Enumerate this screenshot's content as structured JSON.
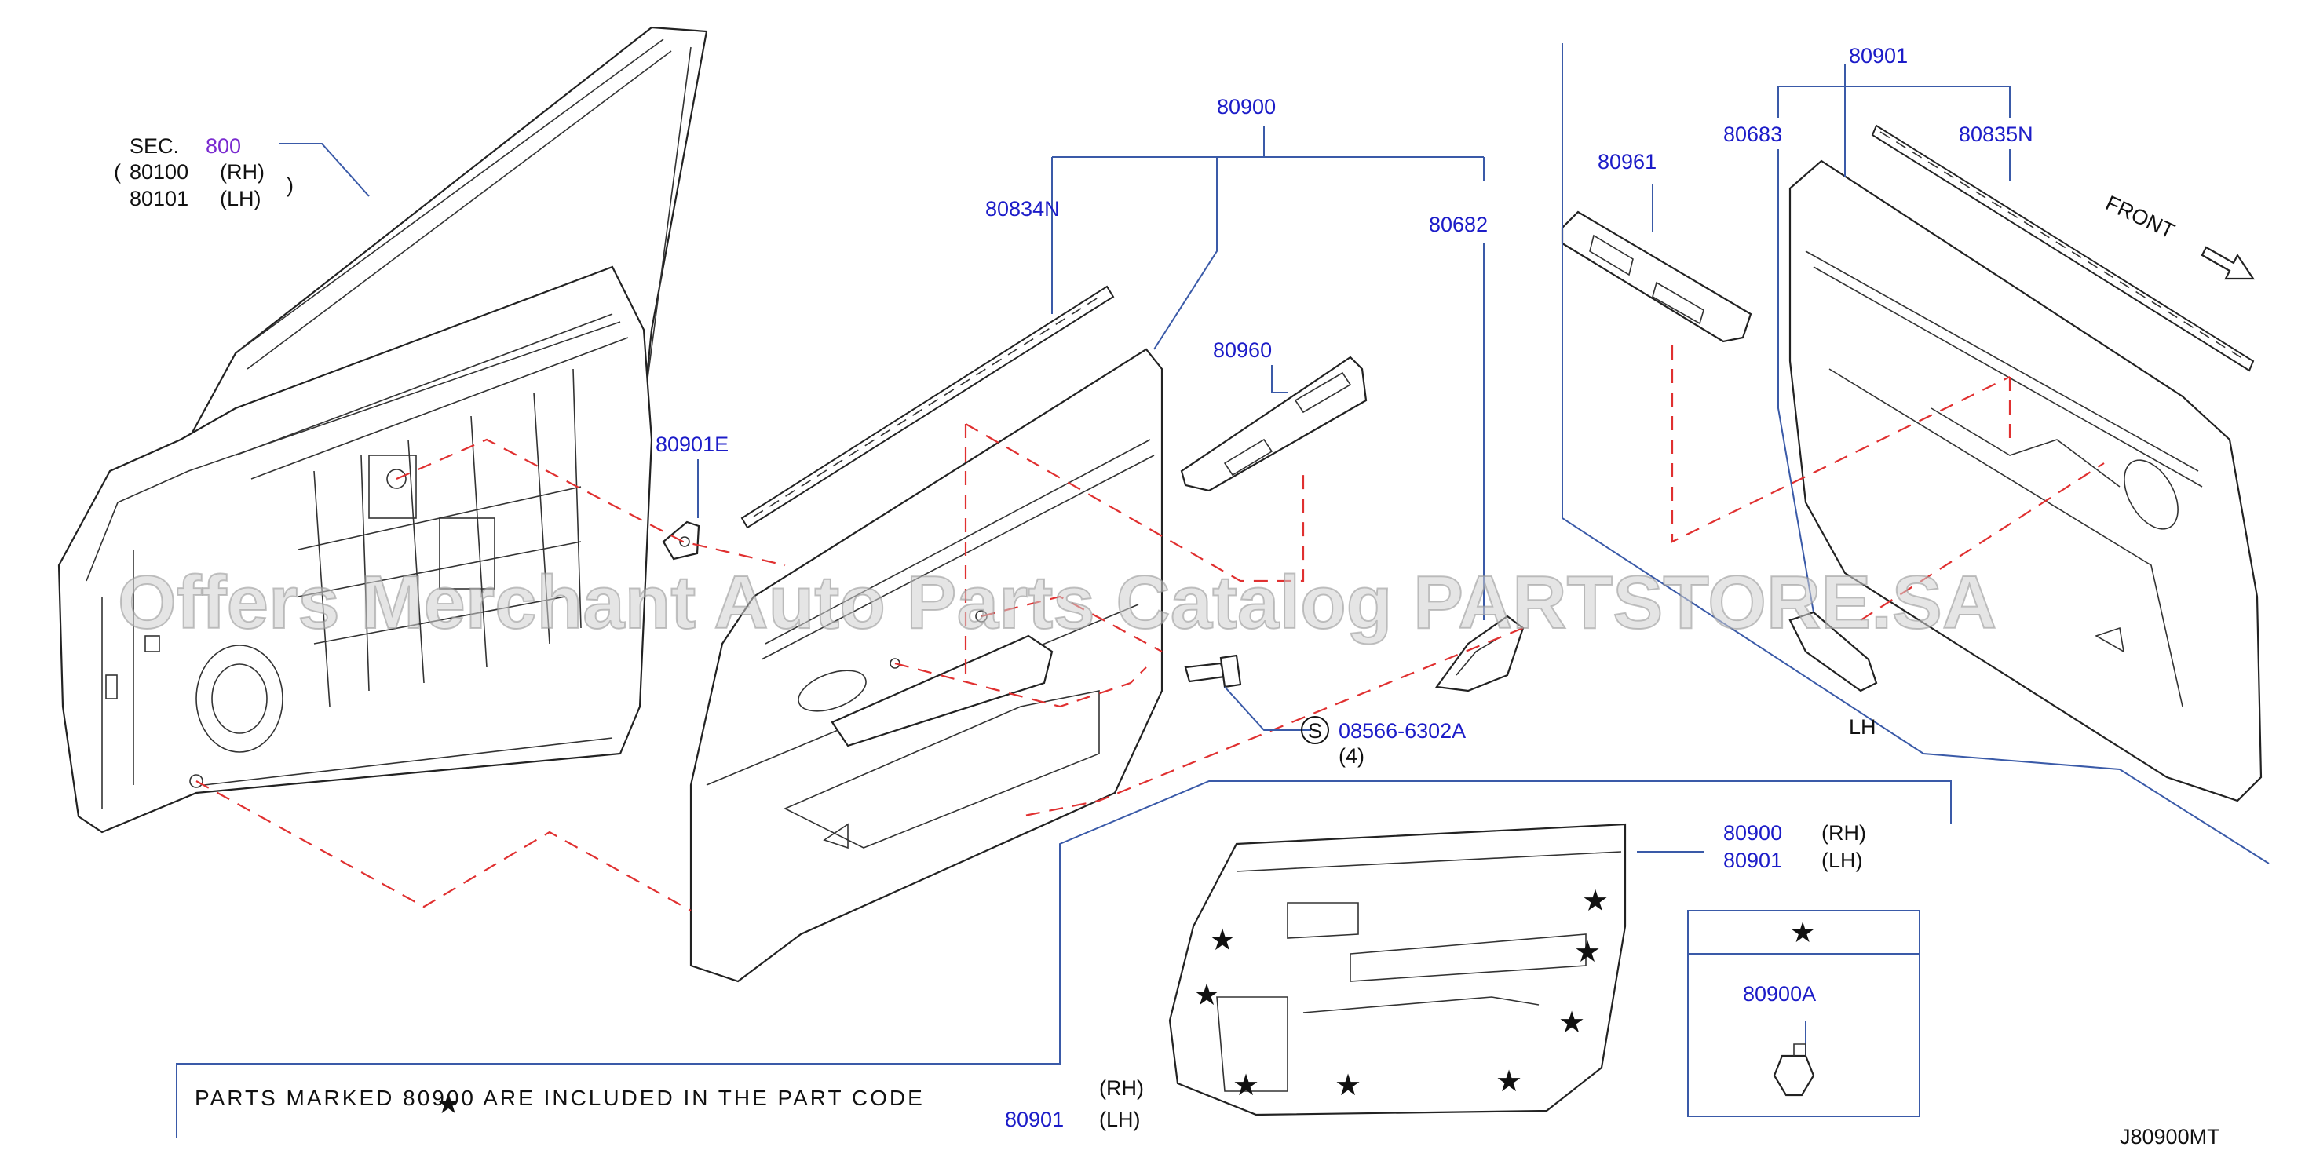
{
  "watermark": "Offers Merchant Auto Parts Catalog PARTSTORE.SA",
  "section": {
    "prefix": "SEC.",
    "number": "800",
    "rh_code": "80100",
    "rh_side": "(RH)",
    "lh_code": "80101",
    "lh_side": "(LH)"
  },
  "labels": {
    "p80900": "80900",
    "p80834n": "80834N",
    "p80682": "80682",
    "p80960": "80960",
    "p80901e": "80901E",
    "screw_code": "08566-6302A",
    "screw_symbol": "S",
    "screw_qty": "(4)",
    "p80901": "80901",
    "p80683": "80683",
    "p80835n": "80835N",
    "p80961": "80961",
    "front": "FRONT",
    "lh": "LH",
    "inset_rh_code": "80900",
    "inset_rh_side": "(RH)",
    "inset_lh_code": "80901",
    "inset_lh_side": "(LH)",
    "clip_code": "80900A",
    "diagram_id": "J80900MT"
  },
  "note": {
    "text": "PARTS  MARKED  80900  ARE  INCLUDED  IN  THE  PART  CODE",
    "rh_side": "(RH)",
    "lh_code": "80901",
    "lh_side": "(LH)"
  },
  "colors": {
    "part_number": "#1c1cc8",
    "section_number": "#7a2bd0",
    "leader": "#3a5aa8",
    "dashed_line": "#e03030"
  }
}
